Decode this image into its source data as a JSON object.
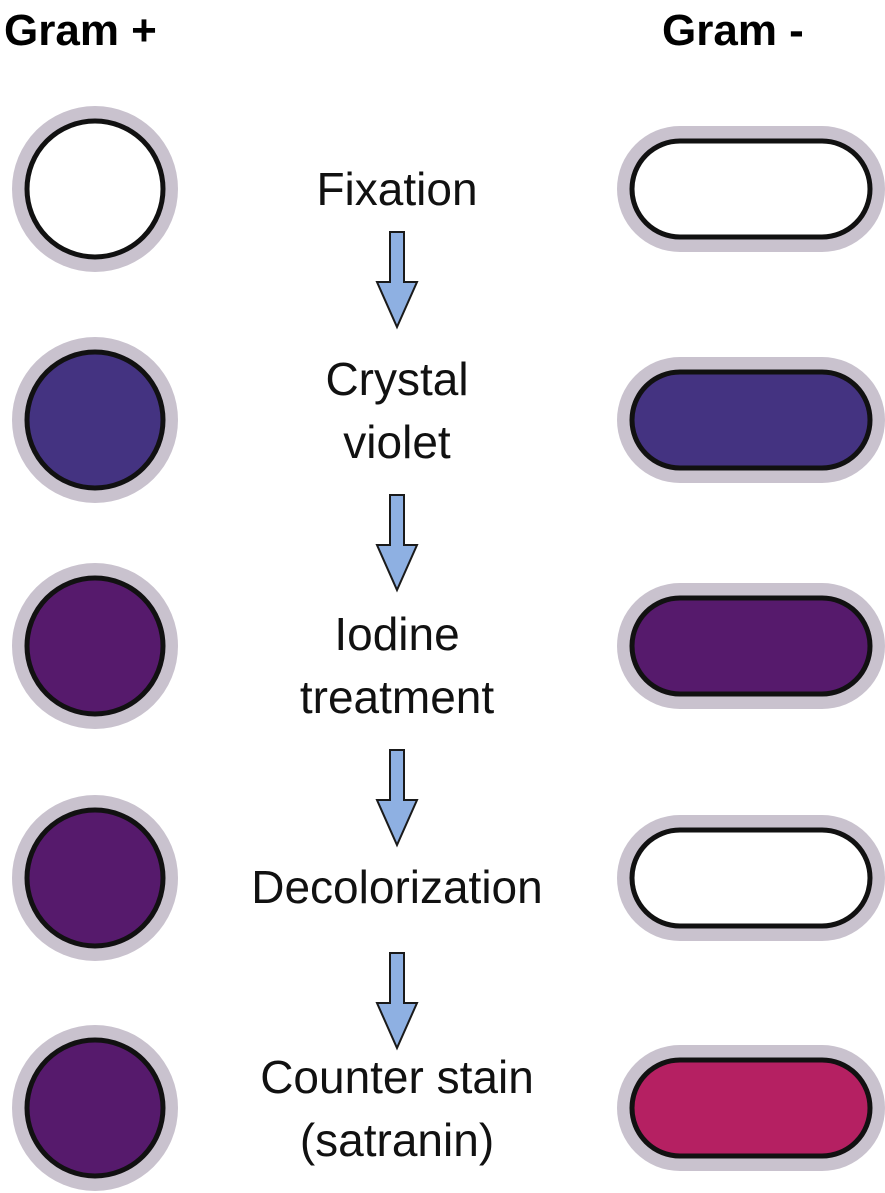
{
  "headers": {
    "gram_positive": "Gram +",
    "gram_negative": "Gram -"
  },
  "colors": {
    "halo": "#c9c2ce",
    "outline": "#111111",
    "clear": "#ffffff",
    "crystal_violet": "#443381",
    "purple": "#561a6c",
    "safranin": "#b52062",
    "arrow_fill": "#8eb0e2",
    "arrow_stroke": "#1a1a1a"
  },
  "steps": [
    {
      "label_lines": [
        "Fixation"
      ],
      "gram_positive_color": "clear",
      "gram_negative_color": "clear"
    },
    {
      "label_lines": [
        "Crystal",
        "violet"
      ],
      "gram_positive_color": "crystal_violet",
      "gram_negative_color": "crystal_violet"
    },
    {
      "label_lines": [
        "Iodine",
        "treatment"
      ],
      "gram_positive_color": "purple",
      "gram_negative_color": "purple"
    },
    {
      "label_lines": [
        "Decolorization"
      ],
      "gram_positive_color": "purple",
      "gram_negative_color": "clear"
    },
    {
      "label_lines": [
        "Counter stain",
        "(satranin)"
      ],
      "gram_positive_color": "purple",
      "gram_negative_color": "safranin"
    }
  ]
}
